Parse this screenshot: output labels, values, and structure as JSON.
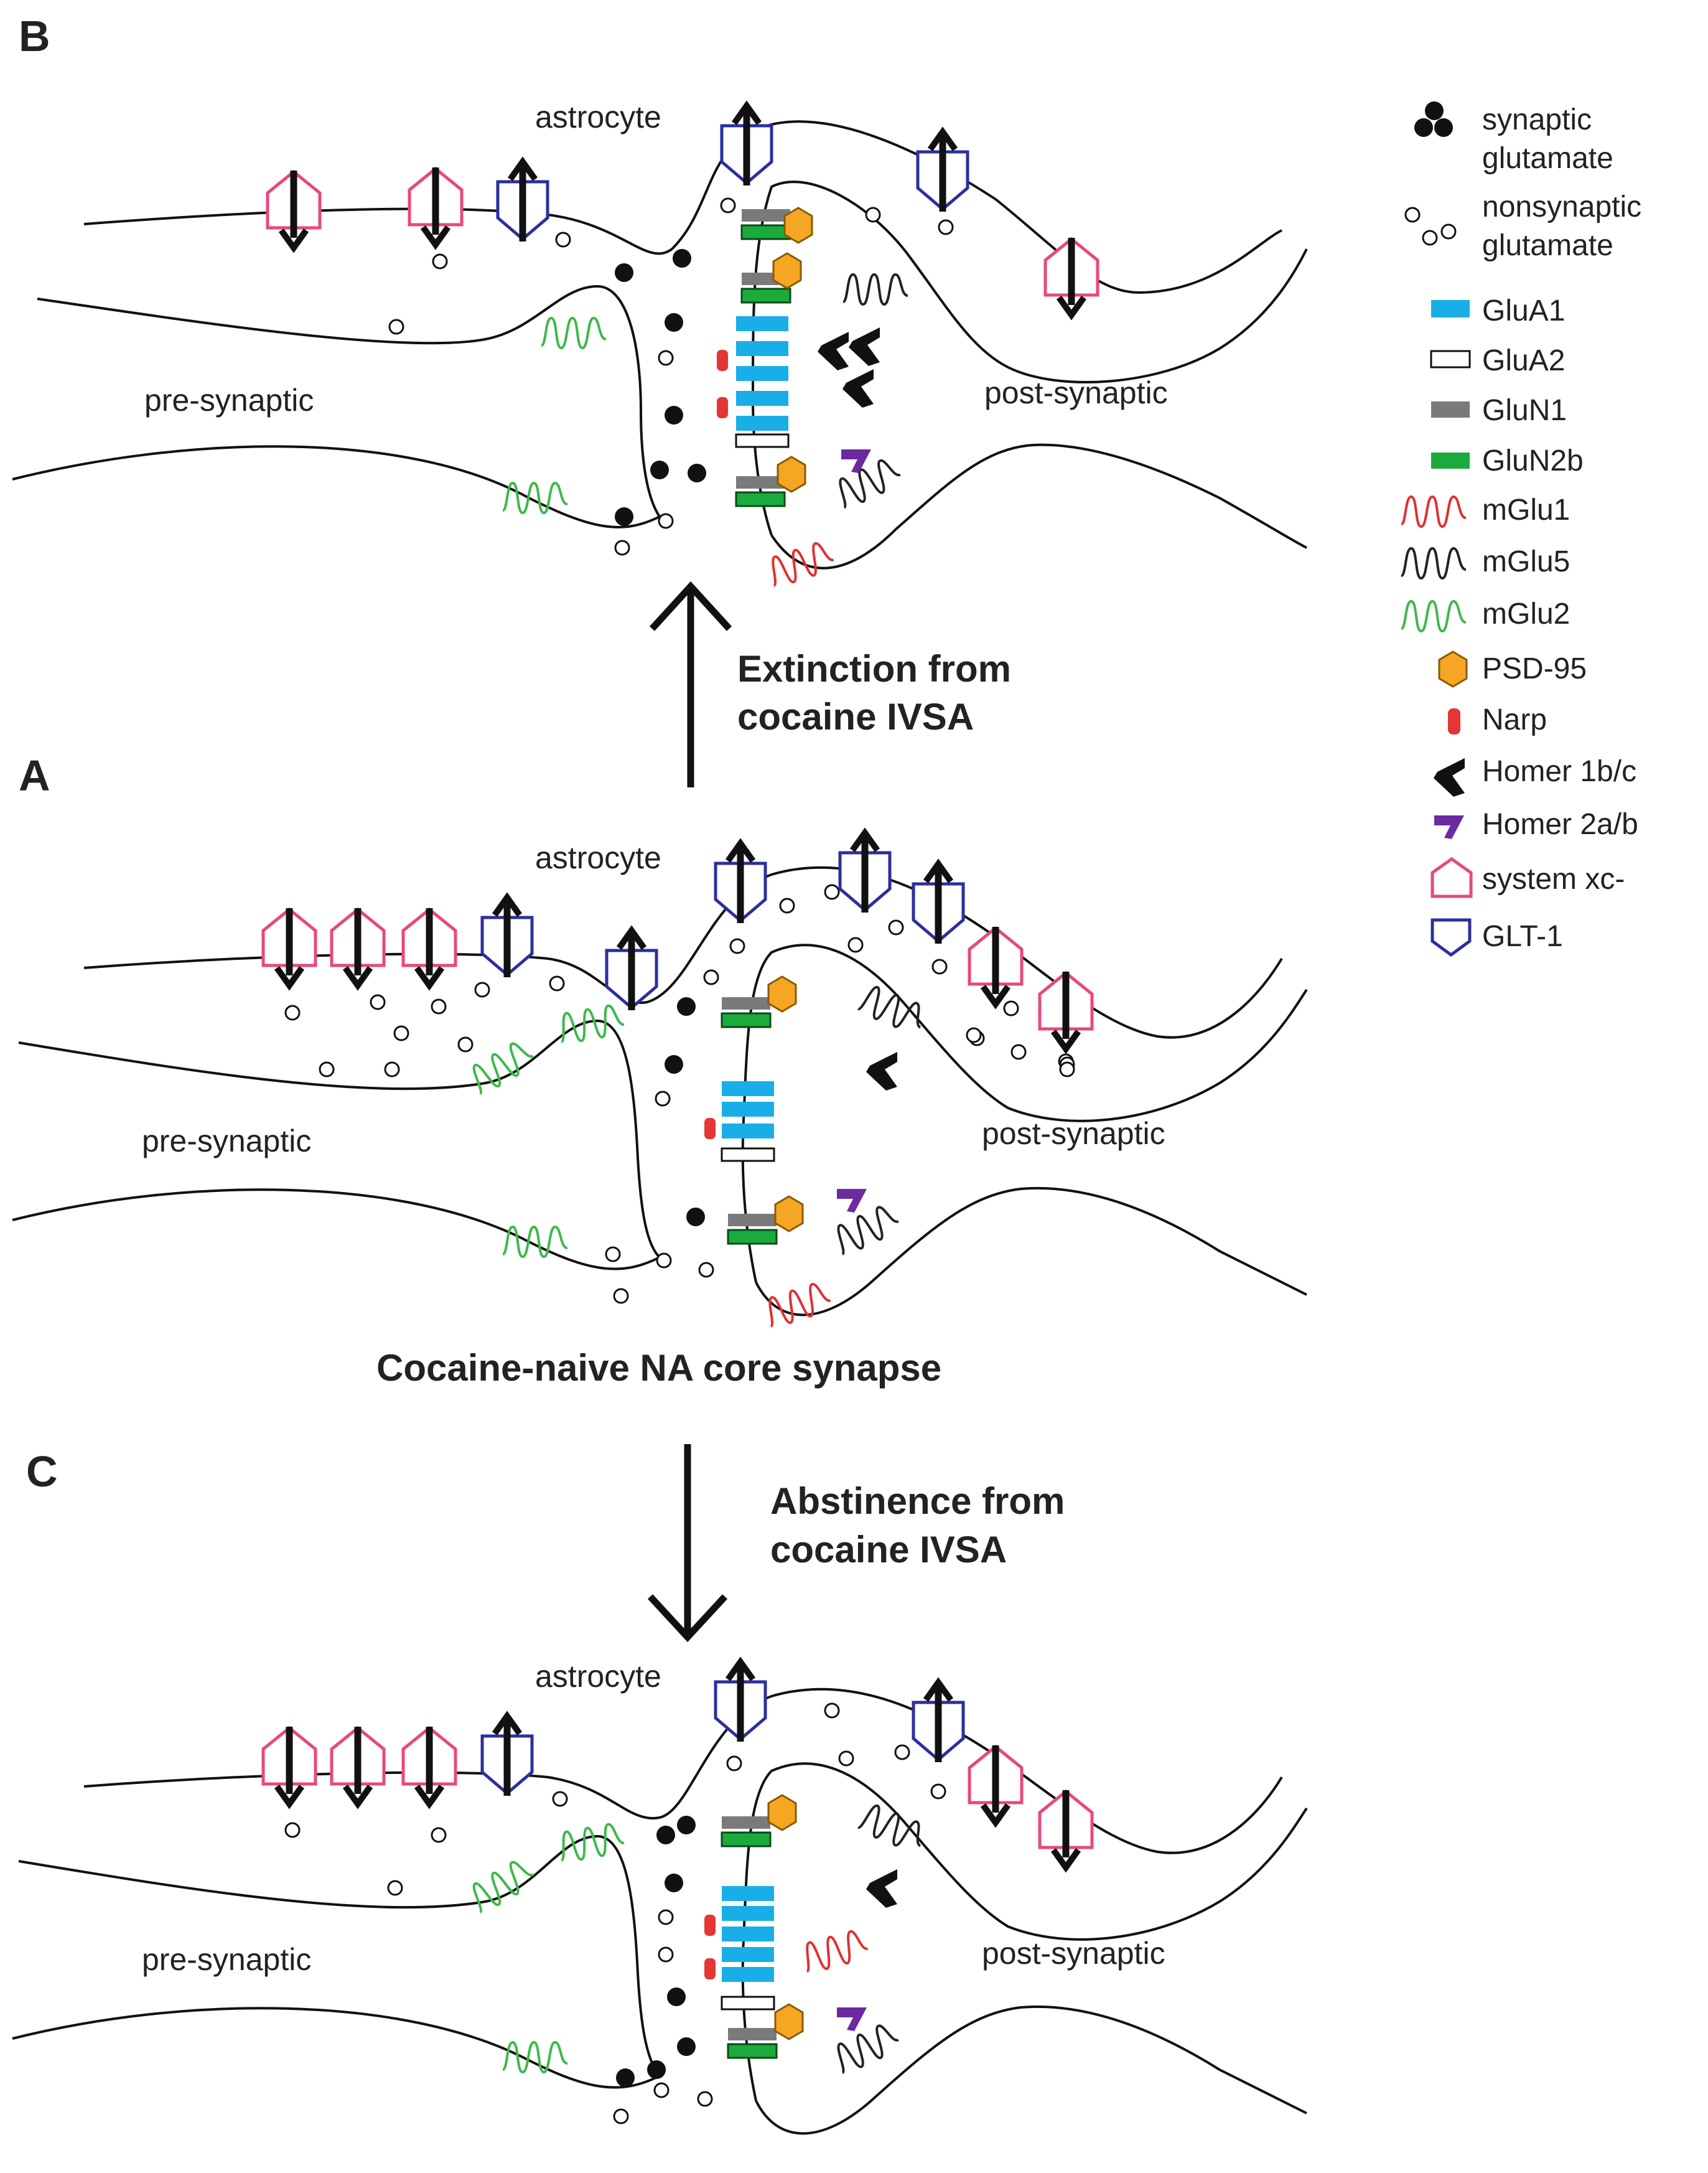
{
  "colors": {
    "line": "#111111",
    "glua1": "#19aee8",
    "glun1": "#7a7a7a",
    "glun2b": "#1aab3c",
    "mglu1": "#e03030",
    "mglu2": "#3cb94a",
    "psd95": "#f5a623",
    "narp": "#e53535",
    "homer2": "#6b2aa0",
    "xc": "#e8487f",
    "glt1": "#2b2f9c"
  },
  "panels": {
    "B": {
      "letter": "B",
      "astrocyte": "astrocyte",
      "pre": "pre-synaptic",
      "post": "post-synaptic"
    },
    "A": {
      "letter": "A",
      "astrocyte": "astrocyte",
      "pre": "pre-synaptic",
      "post": "post-synaptic",
      "caption": "Cocaine-naive NA core synapse"
    },
    "C": {
      "letter": "C",
      "astrocyte": "astrocyte",
      "pre": "pre-synaptic",
      "post": "post-synaptic"
    }
  },
  "arrows": {
    "up_line1": "Extinction from",
    "up_line2": "cocaine IVSA",
    "down_line1": "Abstinence from",
    "down_line2": "cocaine IVSA"
  },
  "legend": {
    "synaptic": [
      "synaptic",
      "glutamate"
    ],
    "nonsynaptic": [
      "nonsynaptic",
      "glutamate"
    ],
    "items": {
      "glua1": "GluA1",
      "glua2": "GluA2",
      "glun1": "GluN1",
      "glun2b": "GluN2b",
      "mglu1": "mGlu1",
      "mglu5": "mGlu5",
      "mglu2": "mGlu2",
      "psd95": "PSD-95",
      "narp": "Narp",
      "homer1": "Homer 1b/c",
      "homer2": "Homer 2a/b",
      "xc": "system xc-",
      "glt1": "GLT-1"
    }
  }
}
